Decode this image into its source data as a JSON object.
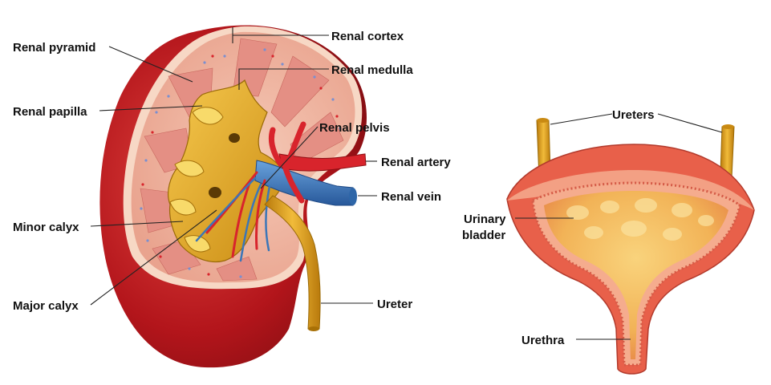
{
  "kidney_labels": {
    "renal_cortex": "Renal cortex",
    "renal_pyramid": "Renal pyramid",
    "renal_medulla": "Renal medulla",
    "renal_papilla": "Renal papilla",
    "renal_pelvis": "Renal pelvis",
    "renal_artery": "Renal artery",
    "renal_vein": "Renal vein",
    "minor_calyx": "Minor calyx",
    "major_calyx": "Major calyx",
    "ureter": "Ureter"
  },
  "bladder_labels": {
    "ureters": "Ureters",
    "urinary_bladder_line1": "Urinary",
    "urinary_bladder_line2": "bladder",
    "urethra": "Urethra"
  },
  "colors": {
    "kidney_outer": "#b3151b",
    "cortex": "#f0b3a0",
    "pelvis_gold": "#e0a21e",
    "artery_red": "#d8242c",
    "vein_blue": "#3b76b8",
    "bladder_wall": "#e8604a",
    "ureter_gold": "#d99a1a"
  }
}
